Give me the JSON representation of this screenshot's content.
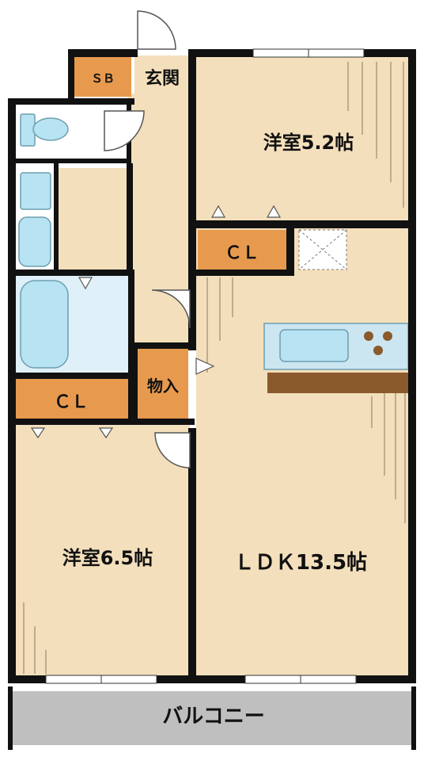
{
  "colors": {
    "room_fill": "#f4dfbc",
    "storage_fill": "#e79a4e",
    "wall": "#111111",
    "fixture": "#b7e3f3",
    "balcony": "#bfbfbf",
    "counter": "#8a5a2c"
  },
  "rooms": {
    "bedroom_1": "洋室5.2帖",
    "bedroom_2": "洋室6.5帖",
    "ldk": "ＬＤＫ13.5帖",
    "entrance": "玄関",
    "shoe_box": "ＳＢ",
    "closet_1": "ＣＬ",
    "closet_2": "ＣＬ",
    "storage": "物入",
    "balcony": "バルコニー"
  },
  "icons": {
    "toilet": "toilet-icon",
    "washbasin": "washbasin-icon",
    "washing_machine": "washing-machine-icon",
    "bathtub": "bathtub-icon",
    "kitchen_sink": "kitchen-sink-icon",
    "stove": "stove-icon"
  }
}
